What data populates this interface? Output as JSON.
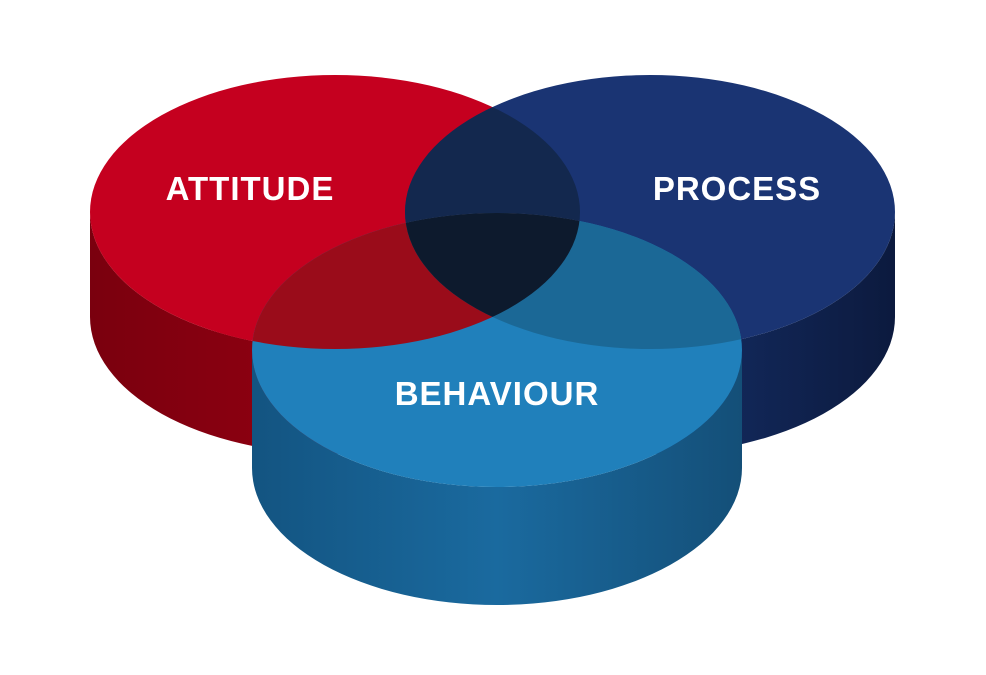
{
  "diagram": {
    "type": "3d-venn",
    "sets": [
      {
        "id": "attitude",
        "label": "ATTITUDE",
        "color": "#c5001f",
        "side_color": "#860010"
      },
      {
        "id": "process",
        "label": "PROCESS",
        "color": "#1a3473",
        "side_color": "#10224d"
      },
      {
        "id": "behaviour",
        "label": "BEHAVIOUR",
        "color": "#2080bb",
        "side_color": "#175f8e"
      }
    ],
    "overlap_colors": {
      "attitude_process": "#13284e",
      "attitude_behaviour": "#9a0c1a",
      "process_behaviour": "#1b6896",
      "all": "#0d1a2d"
    }
  }
}
